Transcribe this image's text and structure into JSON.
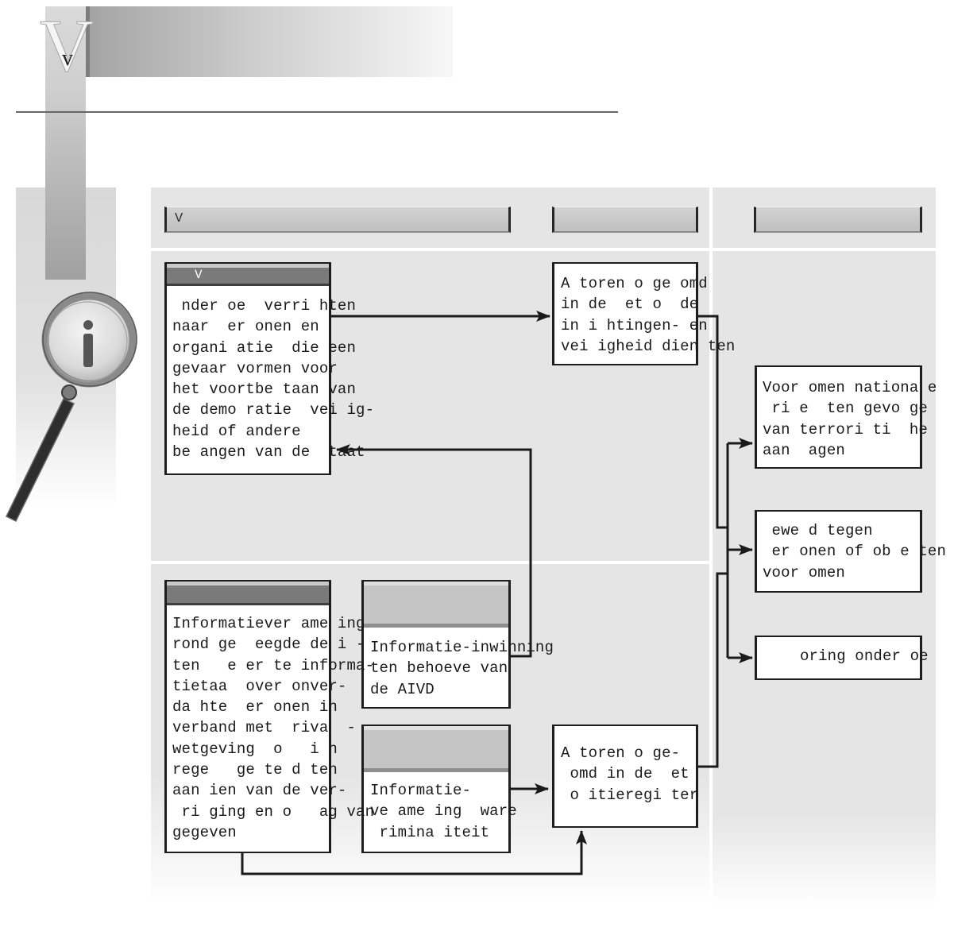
{
  "chapter": {
    "letter": "V",
    "sub_letter": "v"
  },
  "icons": {
    "magnifier": "magnifying-glass-info-icon"
  },
  "colors": {
    "line": "#1a1a1a",
    "panel_background": "#e5e5e5",
    "box_header_dark": "#7a7a7a",
    "box_header_light": "#c5c5c5",
    "column_bar": "#c6c6c6"
  },
  "columns": [
    {
      "label": "V"
    }
  ],
  "nodes": {
    "a": {
      "header": "V",
      "lines": [
        " nder oe  verri hten",
        "naar  er onen en",
        "organi atie  die een",
        "gevaar vormen voor",
        "het voortbe taan van",
        "de demo ratie  vei ig-",
        "heid of andere",
        "be angen van de  taat"
      ]
    },
    "b": {
      "lines": [
        "A toren o ge omd",
        "in de  et o  de",
        "in i htingen- en",
        "vei igheid dien ten"
      ]
    },
    "c": {
      "lines": [
        "Voor omen nationa e",
        " ri e  ten gevo ge",
        "van terrori ti  he",
        "aan  agen"
      ]
    },
    "d": {
      "lines": [
        " ewe d tegen",
        " er onen of ob e ten",
        "voor omen"
      ]
    },
    "e": {
      "lines": [
        "oring onder oe"
      ]
    },
    "f": {
      "lines": [
        "Informatiever ame ing",
        "rond ge  eegde de i -",
        "ten   e er te informa-",
        "tietaa  over onver-",
        "da hte  er onen in",
        "verband met  riva  -",
        "wetgeving  o   i n",
        "rege   ge te d ten",
        "aan ien van de ver-",
        " ri ging en o   ag van",
        "gegeven"
      ]
    },
    "g": {
      "lines": [
        "Informatie-inwinning",
        "ten behoeve van",
        "de AIVD"
      ]
    },
    "h": {
      "lines": [
        "Informatie-",
        "ve ame ing  ware",
        " rimina iteit"
      ]
    },
    "i": {
      "lines": [
        "A toren o ge-",
        " omd in de  et",
        " o itieregi ter"
      ]
    }
  }
}
